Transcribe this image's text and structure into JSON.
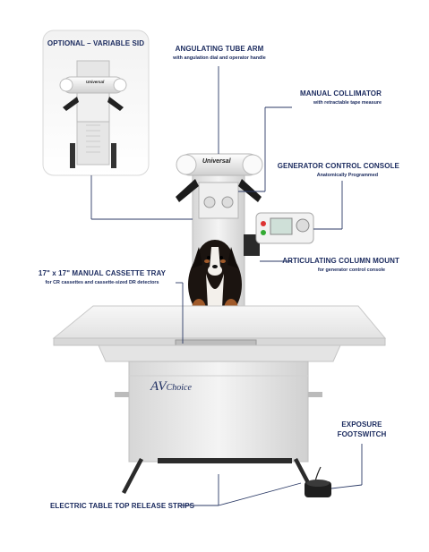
{
  "labels": {
    "sid_title": "OPTIONAL – VARIABLE SID",
    "tube_arm_title": "ANGULATING TUBE ARM",
    "tube_arm_sub": "with angulation dial and operator handle",
    "collimator_title": "MANUAL COLLIMATOR",
    "collimator_sub": "with retractable tape measure",
    "console_title": "GENERATOR CONTROL CONSOLE",
    "console_sub": "Anatomically Programmed",
    "column_title": "ARTICULATING COLUMN MOUNT",
    "column_sub": "for generator control console",
    "tray_title": "17\" x 17\" MANUAL CASSETTE TRAY",
    "tray_sub": "for CR cassettes and cassette-sized DR detectors",
    "footswitch_title_1": "EXPOSURE",
    "footswitch_title_2": "FOOTSWITCH",
    "strips_title": "ELECTRIC TABLE TOP RELEASE STRIPS"
  },
  "product": {
    "brand_prefix": "AV",
    "brand_suffix": "Choice",
    "tube_brand": "Universal"
  },
  "colors": {
    "label_text": "#1a2a5e",
    "callout_line": "#2b3a66",
    "machine_body": "#ececec",
    "table_top": "#f2f2f2"
  }
}
